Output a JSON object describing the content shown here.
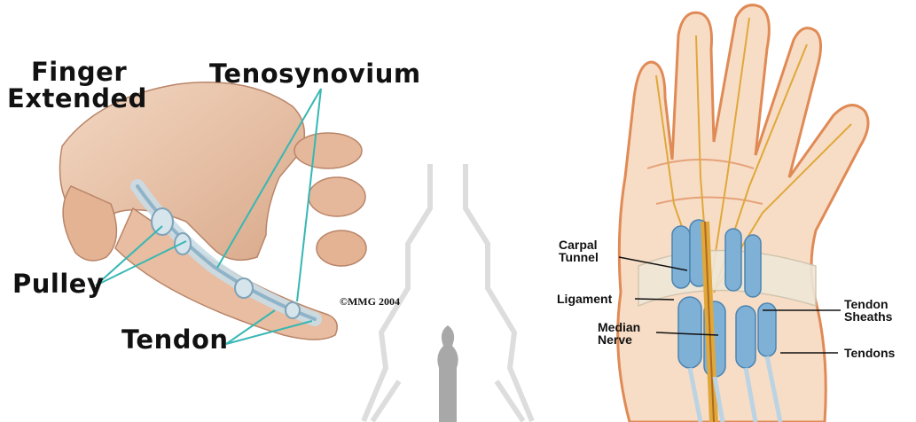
{
  "left_diagram": {
    "labels": {
      "finger_extended": [
        "Finger",
        "Extended"
      ],
      "tenosynovium": "Tenosynovium",
      "pulley": "Pulley",
      "tendon": "Tendon",
      "copyright": "©MMG 2004"
    },
    "colors": {
      "skin": "#e9c2a6",
      "sheath": "#c9dbe6",
      "leader": "#36b7b3"
    }
  },
  "right_diagram": {
    "labels": {
      "carpal_tunnel": [
        "Carpal",
        "Tunnel"
      ],
      "ligament": "Ligament",
      "median_nerve": [
        "Median",
        "Nerve"
      ],
      "tendon_sheaths": [
        "Tendon",
        "Sheaths"
      ],
      "tendons": "Tendons"
    },
    "colors": {
      "skin": "#f7ddc6",
      "outline": "#e08a55",
      "sheath": "#7fb0d6",
      "nerve": "#e0a83a"
    }
  }
}
